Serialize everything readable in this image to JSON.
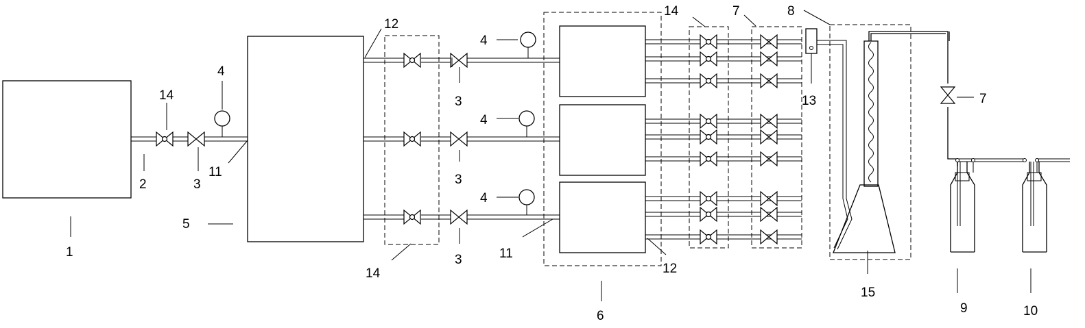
{
  "labels": {
    "l1": "1",
    "l2": "2",
    "l3a": "3",
    "l3b": "3",
    "l3c": "3",
    "l3d": "3",
    "l4a": "4",
    "l4b": "4",
    "l4c": "4",
    "l4d": "4",
    "l5": "5",
    "l6": "6",
    "l7a": "7",
    "l7b": "7",
    "l8": "8",
    "l9": "9",
    "l10": "10",
    "l11a": "11",
    "l11b": "11",
    "l12a": "12",
    "l12b": "12",
    "l13": "13",
    "l14a": "14",
    "l14b": "14",
    "l14c": "14",
    "l15": "15"
  }
}
